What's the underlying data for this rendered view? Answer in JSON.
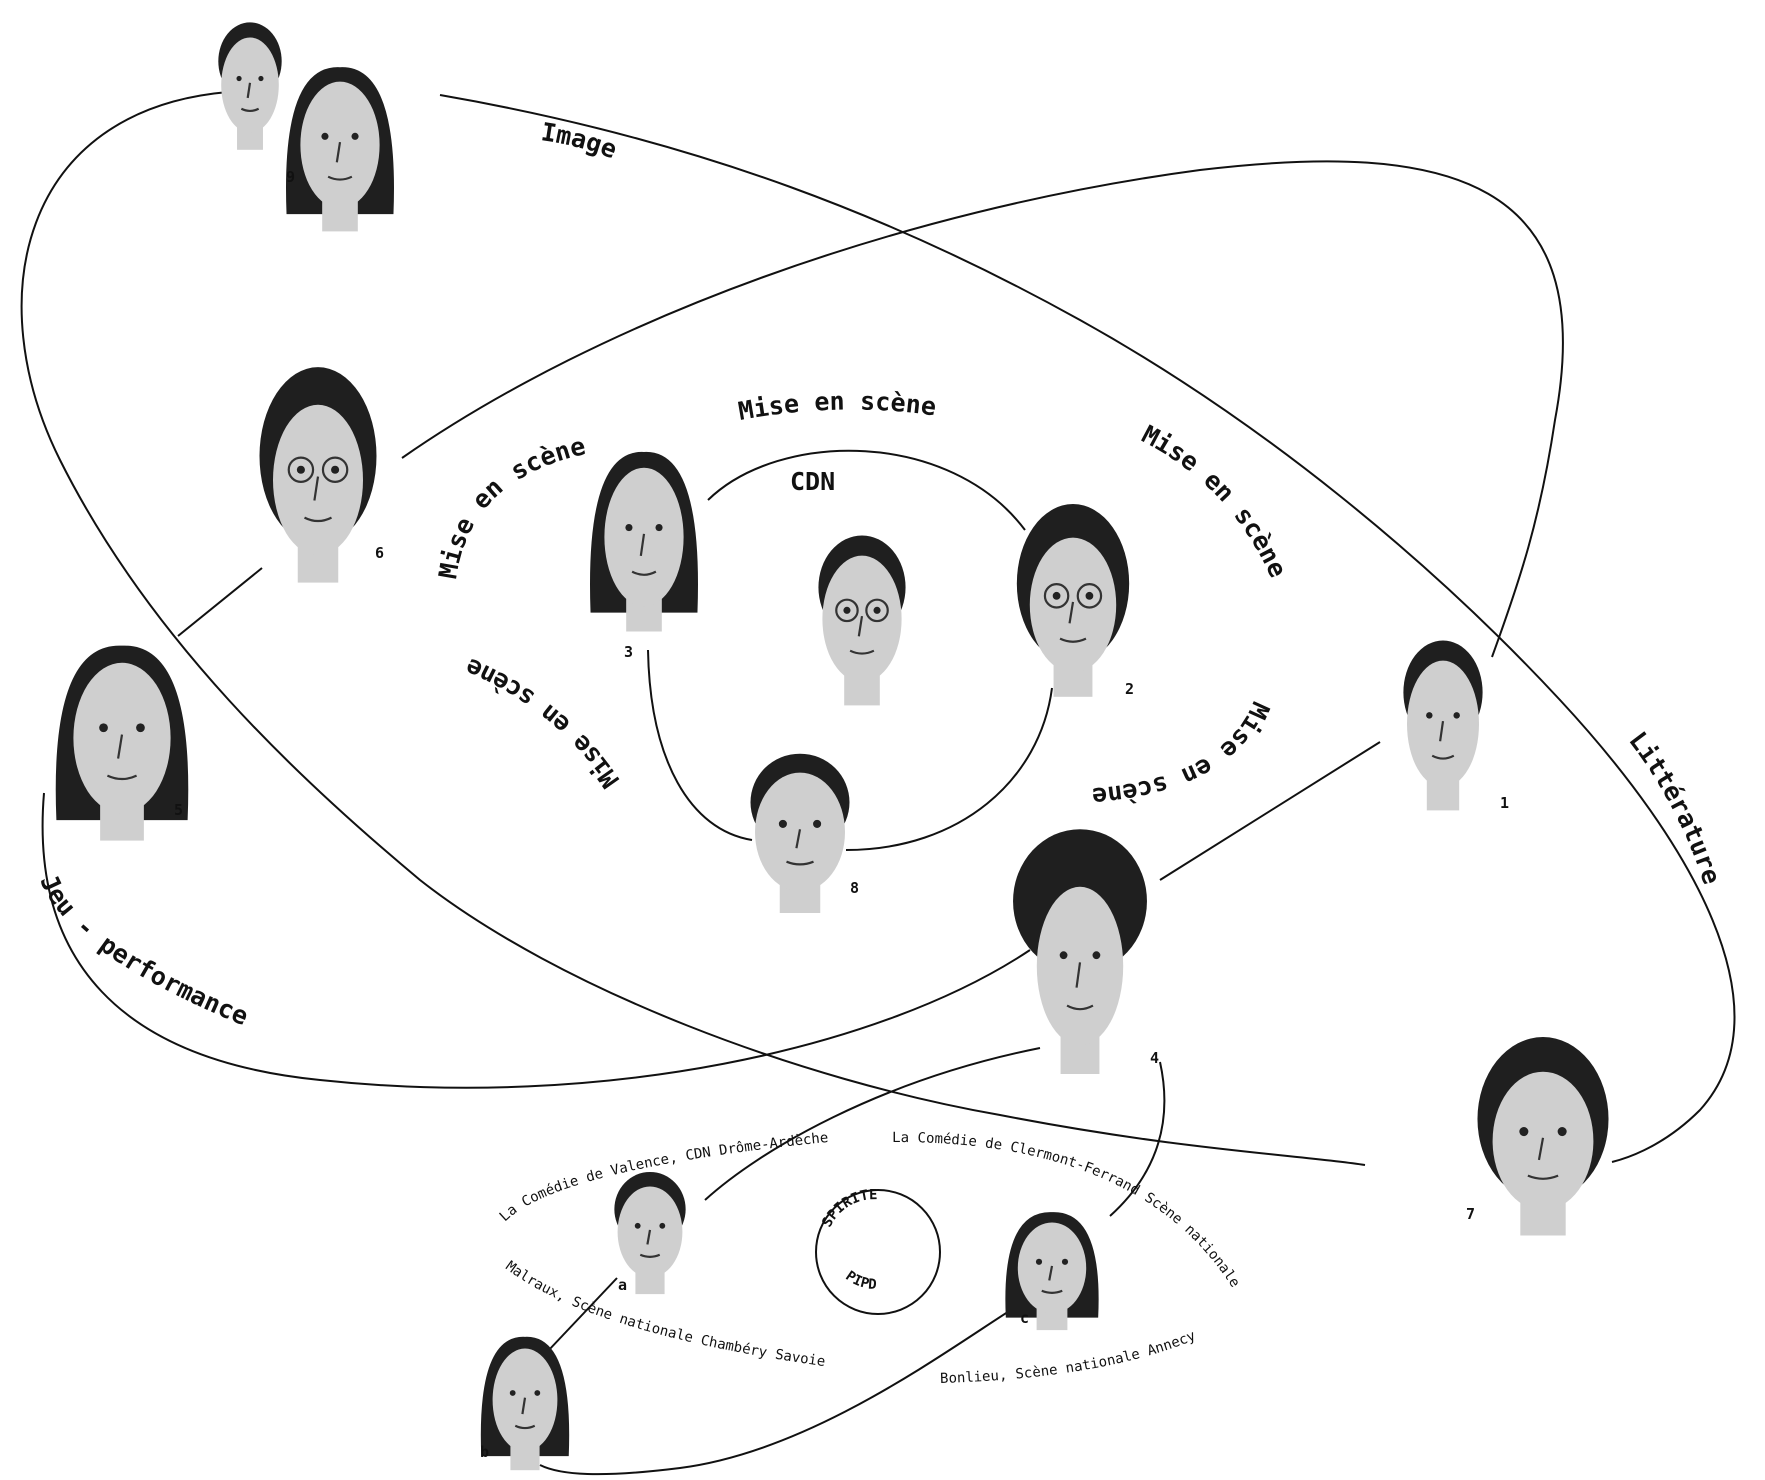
{
  "labels": {
    "image": "Image",
    "litterature": "Littérature",
    "jeu_performance": "Jeu - performance",
    "cdn": "CDN",
    "mise_en_scene": "Mise en scène",
    "valence": "La Comédie de Valence, CDN Drôme-Ardèche",
    "clermont": "La Comédie de Clermont-Ferrand Scène nationale",
    "malraux": "Malraux, Scène nationale Chambéry Savoie",
    "bonlieu": "Bonlieu, Scène nationale Annecy",
    "spirite": "SPIRITE",
    "pipd": "PIPD"
  },
  "portraits": [
    {
      "id": "1",
      "label": "1"
    },
    {
      "id": "2",
      "label": "2"
    },
    {
      "id": "3",
      "label": "3"
    },
    {
      "id": "4",
      "label": "4"
    },
    {
      "id": "5",
      "label": "5"
    },
    {
      "id": "6",
      "label": "6"
    },
    {
      "id": "7",
      "label": "7"
    },
    {
      "id": "8",
      "label": "8"
    },
    {
      "id": "9",
      "label": "9"
    },
    {
      "id": "a",
      "label": "a"
    },
    {
      "id": "b",
      "label": "b"
    },
    {
      "id": "c",
      "label": "c"
    },
    {
      "id": "cdn",
      "label": ""
    }
  ]
}
